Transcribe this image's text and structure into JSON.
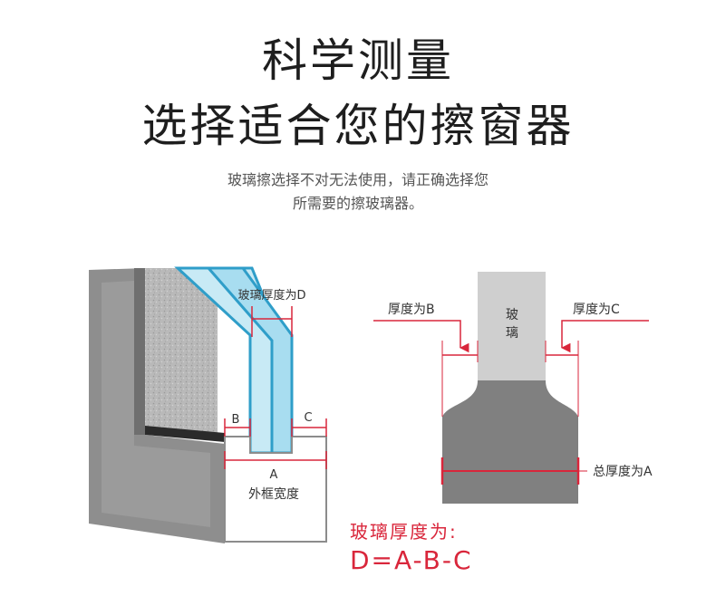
{
  "header": {
    "title_line1": "科学测量",
    "title_line2": "选择适合您的擦窗器",
    "subtitle_line1": "玻璃擦选择不对无法使用，请正确选择您",
    "subtitle_line2": "所需要的擦玻璃器。"
  },
  "left_diagram": {
    "glass_thickness_label": "玻璃厚度为D",
    "label_b": "B",
    "label_c": "C",
    "label_a": "A",
    "frame_width_label": "外框宽度"
  },
  "right_diagram": {
    "thickness_b_label": "厚度为B",
    "thickness_c_label": "厚度为C",
    "glass_label_1": "玻",
    "glass_label_2": "璃",
    "total_thickness_label": "总厚度为A"
  },
  "formula": {
    "line1": "玻璃厚度为:",
    "line2": "D=A-B-C"
  },
  "colors": {
    "accent_red": "#d9263b",
    "frame_gray": "#8c8c8c",
    "glass_blue": "#b9e3f1",
    "glass_edge": "#2f9ec9",
    "light_gray": "#cfcfcf",
    "dark_gray": "#808080"
  }
}
